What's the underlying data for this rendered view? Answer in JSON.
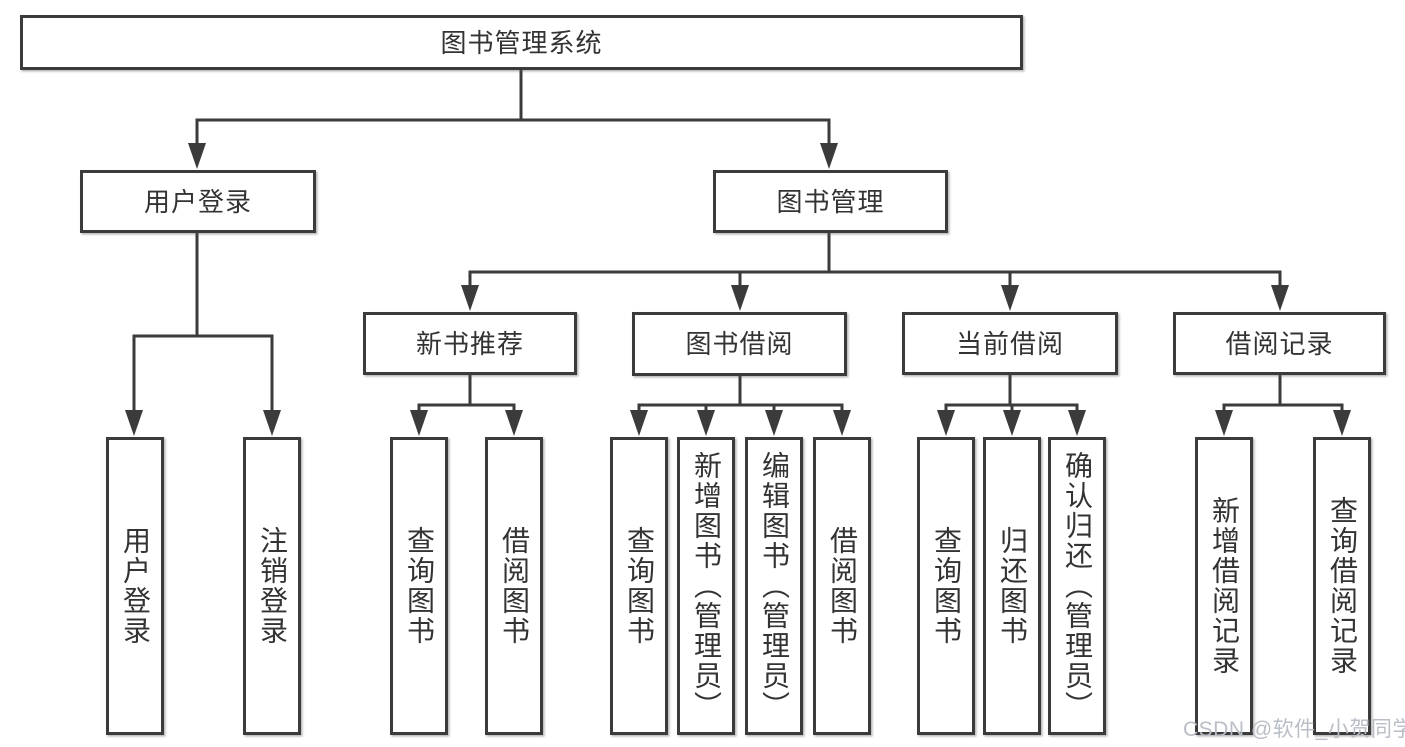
{
  "diagram": {
    "title": "图书管理系统",
    "level2": [
      {
        "label": "用户登录"
      },
      {
        "label": "图书管理"
      }
    ],
    "level3": [
      {
        "label": "新书推荐"
      },
      {
        "label": "图书借阅"
      },
      {
        "label": "当前借阅"
      },
      {
        "label": "借阅记录"
      }
    ],
    "leaves": [
      {
        "label": "用户登录"
      },
      {
        "label": "注销登录"
      },
      {
        "label": "查询图书"
      },
      {
        "label": "借阅图书"
      },
      {
        "label": "查询图书"
      },
      {
        "label": "新增图书（管理员）"
      },
      {
        "label": "编辑图书（管理员）"
      },
      {
        "label": "借阅图书"
      },
      {
        "label": "查询图书"
      },
      {
        "label": "归还图书"
      },
      {
        "label": "确认归还（管理员）"
      },
      {
        "label": "新增借阅记录"
      },
      {
        "label": "查询借阅记录"
      }
    ],
    "watermark": "CSDN @软件_小贺同学",
    "colors": {
      "line": "#3b3b3b",
      "text": "#333333",
      "watermark": "#b9bec7",
      "background": "#ffffff"
    }
  }
}
